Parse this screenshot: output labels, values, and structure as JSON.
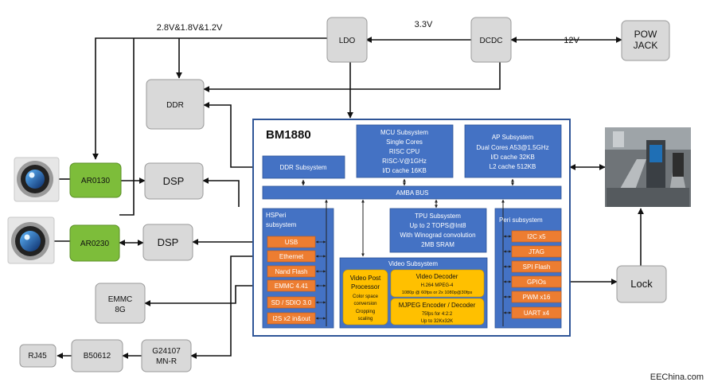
{
  "rails_label": "2.8V&1.8V&1.2V",
  "v33_label": "3.3V",
  "v12_label": "12V",
  "ldo": "LDO",
  "dcdc": "DCDC",
  "pow_jack": [
    "POW",
    "JACK"
  ],
  "ddr": "DDR",
  "dsp1": "DSP",
  "dsp2": "DSP",
  "ar0130": "AR0130",
  "ar0230": "AR0230",
  "emmc": [
    "EMMC",
    "8G"
  ],
  "rj45": "RJ45",
  "b50612": "B50612",
  "g24107": [
    "G24107",
    "MN-R"
  ],
  "lock": "Lock",
  "soc": {
    "title": "BM1880",
    "ddr_subsystem": "DDR Subsystem",
    "mcu": [
      "MCU Subsystem",
      "Single Cores",
      "RISC CPU",
      "RISC-V@1GHz",
      "I/D cache 16KB"
    ],
    "ap": [
      "AP Subsystem",
      "Dual Cores A53@1.5GHz",
      "I/D cache 32KB",
      "L2 cache 512KB"
    ],
    "amba": "AMBA BUS",
    "hsperi": [
      "HSPeri",
      "subsystem"
    ],
    "hsperi_items": [
      "USB",
      "Ethernet",
      "Nand Flash",
      "EMMC 4.41",
      "SD / SDIO 3.0",
      "I2S x2 in&out"
    ],
    "tpu": [
      "TPU Subsystem",
      "Up to 2 TOPS@Int8",
      "With Winograd convolution",
      "2MB SRAM"
    ],
    "peri": "Peri subsystem",
    "peri_items": [
      "I2C x5",
      "JTAG",
      "SPI Flash",
      "GPIOs",
      "PWM x16",
      "UART x4"
    ],
    "video": "Video Subsystem",
    "vpp": [
      "Video Post",
      "Processor",
      "Color space",
      "conversion",
      "Cropping",
      "scaling"
    ],
    "vdec": [
      "Video Decoder",
      "H.264 MPEG-4",
      "1080p @ 60fps or 2x 1080p@30fps"
    ],
    "mjpeg": [
      "MJPEG Encoder / Decoder",
      "75fps for 4:2:2",
      "Up to 32Kx32K"
    ]
  },
  "watermark": "EEChina.com"
}
